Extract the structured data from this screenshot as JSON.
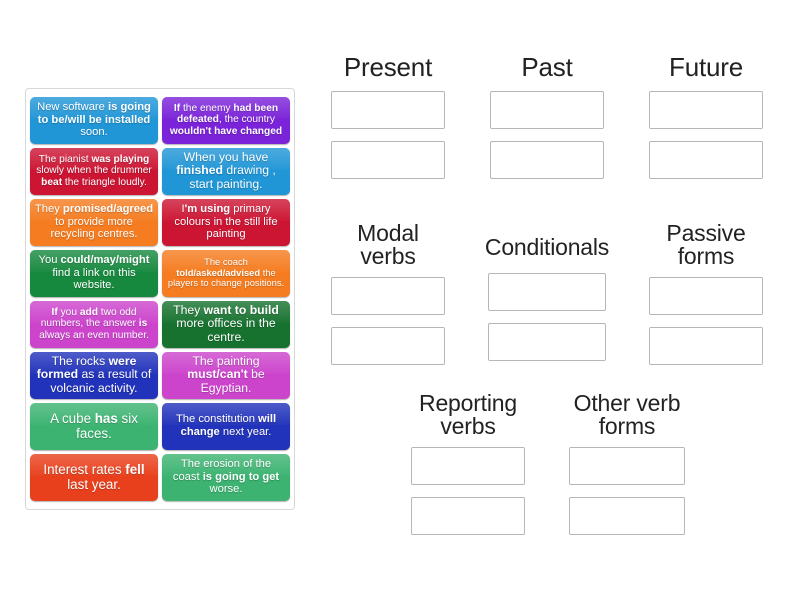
{
  "activity": {
    "type": "group-sort",
    "background_color": "#ffffff",
    "tray_border_color": "#d8d8d8",
    "dropzone_border_color": "#b6b6b6",
    "title_color": "#222222"
  },
  "tray": {
    "name": "draggable-tile-tray",
    "tiles": [
      {
        "id": 1,
        "color": "#2196d6",
        "size": "fs-11",
        "html": "New software <b>is going to be/will be installed</b> soon.",
        "plain": "New software is going to be/will be installed soon."
      },
      {
        "id": 2,
        "color": "#7b23d8",
        "size": "fs-10",
        "html": "<b>If</b> the enemy <b>had been defeated</b>, the country <b>wouldn't have changed</b>",
        "plain": "If the enemy had been defeated, the country wouldn't have changed"
      },
      {
        "id": 3,
        "color": "#cc1533",
        "size": "fs-10",
        "html": "The pianist <b>was playing</b> slowly when the drummer <b>beat</b> the triangle loudly.",
        "plain": "The pianist was playing slowly when the drummer beat the triangle loudly."
      },
      {
        "id": 4,
        "color": "#2196d6",
        "size": "fs-12",
        "html": "When you have <b>finished</b> drawing , start painting.",
        "plain": "When you have finished drawing , start painting."
      },
      {
        "id": 5,
        "color": "#f57c20",
        "size": "fs-11",
        "html": "They <b>promised/agreed</b> to provide more recycling centres.",
        "plain": "They promised/agreed to provide more recycling centres."
      },
      {
        "id": 6,
        "color": "#cc1533",
        "size": "fs-11",
        "html": "I<b>'m using</b> primary colours in the still life painting",
        "plain": "I'm using primary colours in the still life painting"
      },
      {
        "id": 7,
        "color": "#17893f",
        "size": "fs-11",
        "html": "You <b>could/may/might</b> find a link on this website.",
        "plain": "You could/may/might find a link on this website."
      },
      {
        "id": 8,
        "color": "#f57c20",
        "size": "fs-9",
        "html": "The coach <b>told/asked/advised</b> the players to change positions.",
        "plain": "The coach told/asked/advised the players to change positions."
      },
      {
        "id": 9,
        "color": "#cc44cc",
        "size": "fs-10",
        "html": "<b>If</b> you <b>add</b> two odd numbers, the answer <b>is</b> always an even number.",
        "plain": "If you add two odd numbers, the answer is always an even number."
      },
      {
        "id": 10,
        "color": "#17722f",
        "size": "fs-12",
        "html": "They <b>want to build</b> more offices in the centre.",
        "plain": "They want to build more offices in the centre."
      },
      {
        "id": 11,
        "color": "#2233bb",
        "size": "fs-12",
        "html": "The rocks <b>were formed</b> as a result of volcanic activity.",
        "plain": "The rocks were formed as a result of volcanic activity."
      },
      {
        "id": 12,
        "color": "#cc44cc",
        "size": "fs-12",
        "html": "The painting <b>must/can't</b> be Egyptian.",
        "plain": "The painting must/can't be Egyptian."
      },
      {
        "id": 13,
        "color": "#3cb371",
        "size": "fs-13",
        "html": "A cube <b>has</b> six faces.",
        "plain": "A cube has six faces."
      },
      {
        "id": 14,
        "color": "#2233bb",
        "size": "fs-11",
        "html": "The constitution <b>will change</b> next year.",
        "plain": "The constitution will change next year."
      },
      {
        "id": 15,
        "color": "#e8401c",
        "size": "fs-13",
        "html": "Interest rates <b>fell</b> last year.",
        "plain": "Interest rates fell last year."
      },
      {
        "id": 16,
        "color": "#3cb371",
        "size": "fs-11",
        "html": "The erosion of the coast <b>is going to get</b> worse.",
        "plain": "The erosion of the coast is going to get worse."
      }
    ]
  },
  "categories": [
    {
      "id": "present",
      "title": "Present",
      "dropzones": 2
    },
    {
      "id": "past",
      "title": "Past",
      "dropzones": 2
    },
    {
      "id": "future",
      "title": "Future",
      "dropzones": 2
    },
    {
      "id": "modal-verbs",
      "title": "Modal\nverbs",
      "dropzones": 2
    },
    {
      "id": "conditionals",
      "title": "Conditionals",
      "dropzones": 2
    },
    {
      "id": "passive-forms",
      "title": "Passive\nforms",
      "dropzones": 2
    },
    {
      "id": "reporting-verbs",
      "title": "Reporting\nverbs",
      "dropzones": 2
    },
    {
      "id": "other-verb-forms",
      "title": "Other verb\nforms",
      "dropzones": 2
    }
  ]
}
